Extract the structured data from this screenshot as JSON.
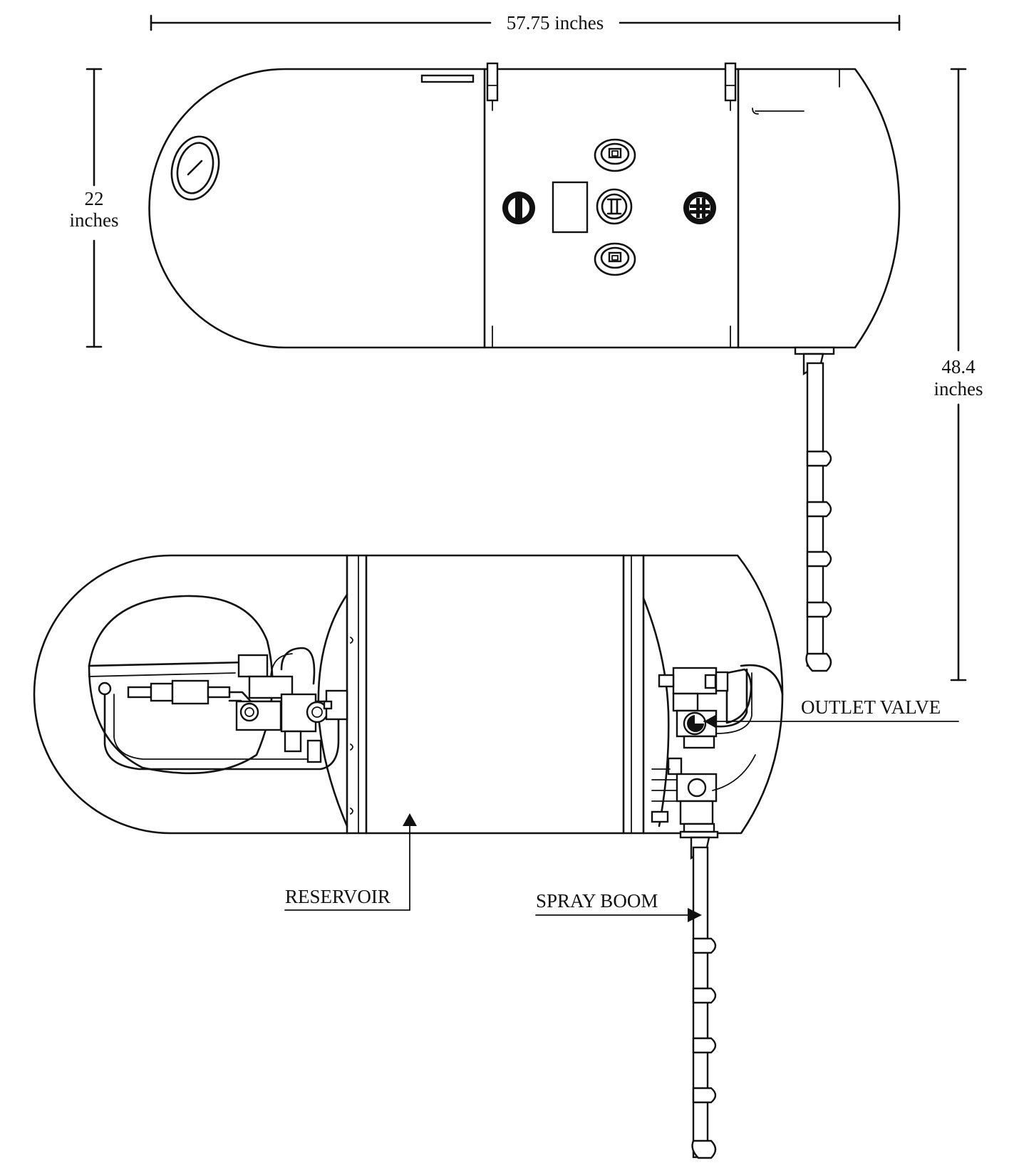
{
  "dimensions": {
    "width": "57.75 inches",
    "height_value": "22",
    "height_unit": "inches",
    "overall_value": "48.4",
    "overall_unit": "inches"
  },
  "callouts": {
    "outlet_valve": "OUTLET VALVE",
    "reservoir": "RESERVOIR",
    "spray_boom": "SPRAY BOOM"
  },
  "colors": {
    "line": "#111111",
    "background": "#ffffff"
  }
}
